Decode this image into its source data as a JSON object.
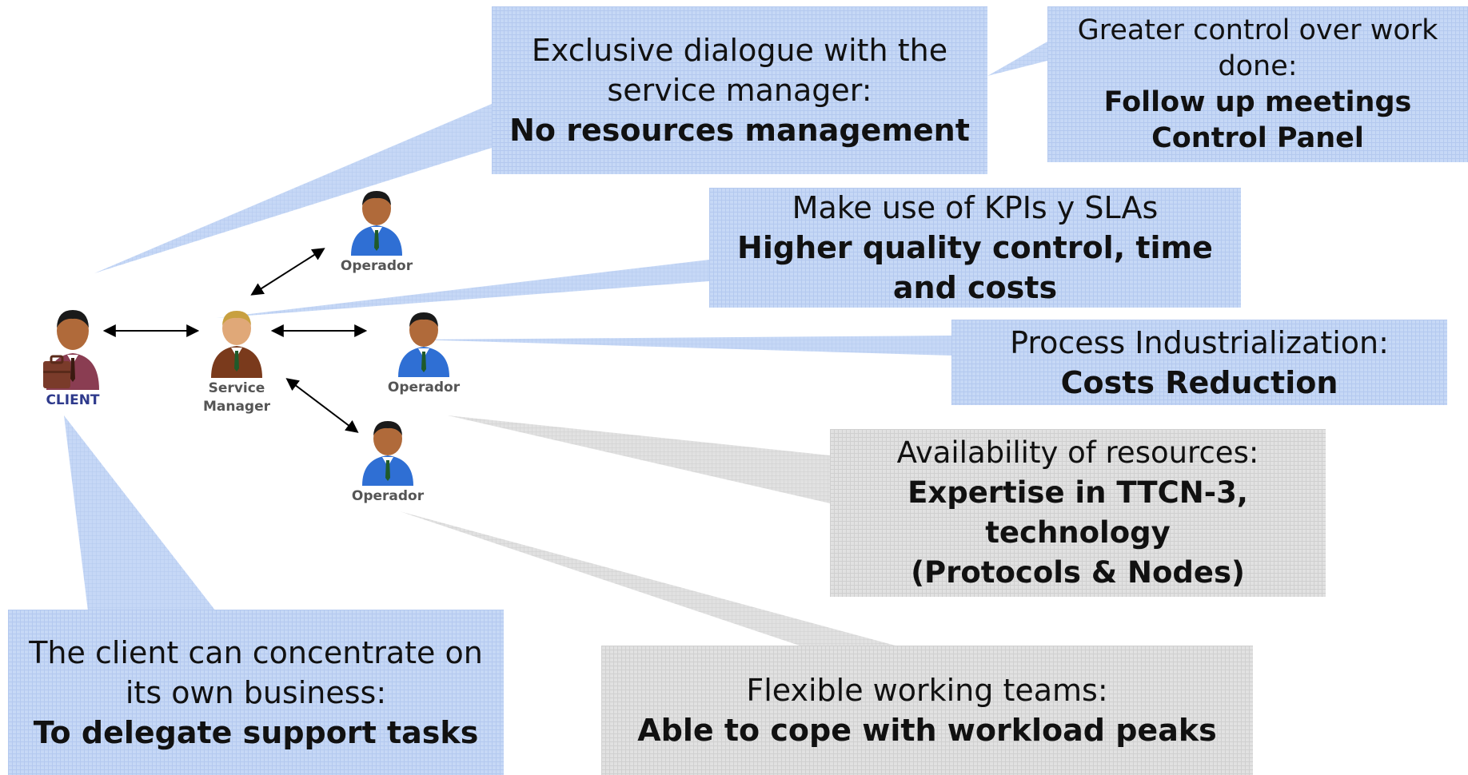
{
  "people": {
    "client": {
      "label": "CLIENT"
    },
    "service_manager": {
      "label_line1": "Service",
      "label_line2": "Manager"
    },
    "operador_top": {
      "label": "Operador"
    },
    "operador_middle": {
      "label": "Operador"
    },
    "operador_bottom": {
      "label": "Operador"
    }
  },
  "callouts": {
    "exclusive_dialogue": {
      "line1": "Exclusive dialogue with the",
      "line2": "service manager:",
      "bold1": "No resources management"
    },
    "greater_control": {
      "line1": "Greater control over work",
      "line2": "done:",
      "bold1": "Follow up meetings",
      "bold2": "Control Panel"
    },
    "kpis": {
      "line1": "Make use of KPIs y SLAs",
      "bold1": "Higher quality control, time",
      "bold2": "and costs"
    },
    "industrialization": {
      "line1": "Process Industrialization:",
      "bold1": "Costs Reduction"
    },
    "availability": {
      "line1": "Availability of resources:",
      "bold1": "Expertise in TTCN-3,",
      "bold2": "technology",
      "bold3": "(Protocols & Nodes)"
    },
    "client_focus": {
      "line1": "The client can concentrate on",
      "line2": "its own business:",
      "bold1": "To delegate support tasks"
    },
    "flexible": {
      "line1": "Flexible working teams:",
      "bold1": "Able to cope with workload peaks"
    }
  },
  "colors": {
    "blue_callout": "#c6d8f6",
    "gray_callout": "#e1e1e1",
    "client_label": "#2e3a8c",
    "operator_suit": "#2f6fd4",
    "manager_suit": "#7a3a1c",
    "client_suit": "#8a3d52"
  }
}
